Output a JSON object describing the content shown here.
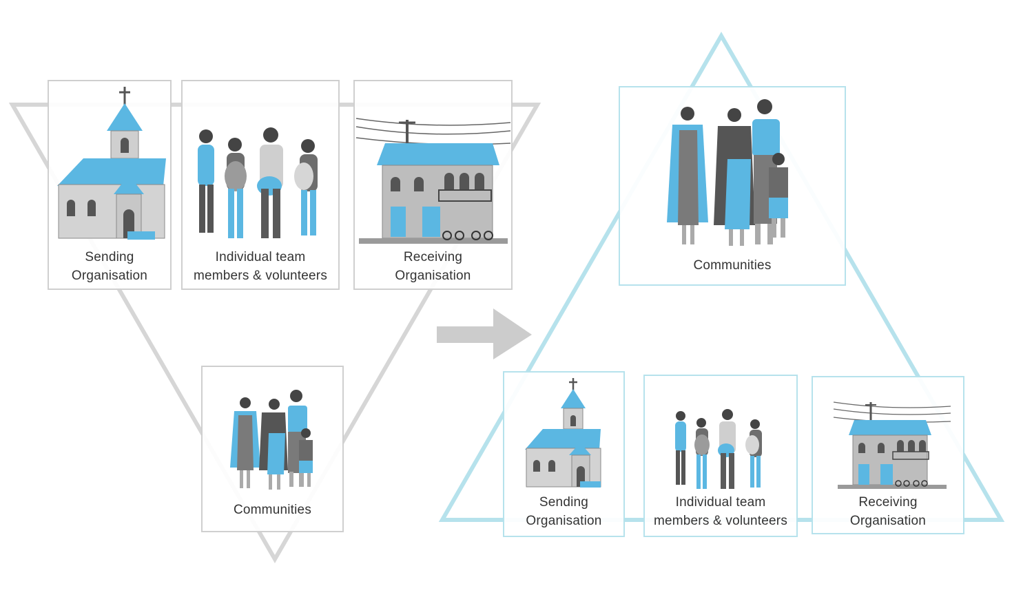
{
  "colors": {
    "grey_outline": "#d6d6d6",
    "blue_outline": "#b6e2ec",
    "accent_blue": "#4fb3e0",
    "arrow_grey": "#cccccc"
  },
  "before": {
    "cards": [
      {
        "icon": "church-icon",
        "line1": "Sending",
        "line2": "Organisation"
      },
      {
        "icon": "team-members-icon",
        "line1": "Individual team",
        "line2": "members & volunteers"
      },
      {
        "icon": "receiving-building-icon",
        "line1": "Receiving",
        "line2": "Organisation"
      },
      {
        "icon": "community-family-icon",
        "line1": "Communities",
        "line2": ""
      }
    ]
  },
  "after": {
    "cards": [
      {
        "icon": "community-family-icon",
        "line1": "Communities",
        "line2": ""
      },
      {
        "icon": "church-icon",
        "line1": "Sending",
        "line2": "Organisation"
      },
      {
        "icon": "team-members-icon",
        "line1": "Individual team",
        "line2": "members & volunteers"
      },
      {
        "icon": "receiving-building-icon",
        "line1": "Receiving",
        "line2": "Organisation"
      }
    ]
  },
  "arrow_icon": "right-arrow-icon"
}
